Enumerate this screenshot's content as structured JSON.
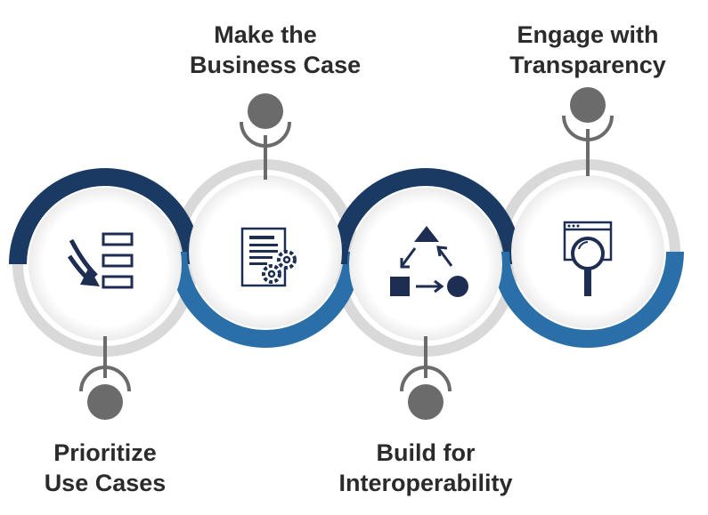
{
  "steps": [
    {
      "label_line1": "Prioritize",
      "label_line2": "Use Cases",
      "icon": "prioritize-list-icon",
      "label_position": "bottom"
    },
    {
      "label_line1": "Make the",
      "label_line2": "Business Case",
      "icon": "document-gears-icon",
      "label_position": "top"
    },
    {
      "label_line1": "Build for",
      "label_line2": "Interoperability",
      "icon": "interoperability-shapes-icon",
      "label_position": "bottom"
    },
    {
      "label_line1": "Engage with",
      "label_line2": "Transparency",
      "icon": "browser-magnifier-icon",
      "label_position": "top"
    }
  ],
  "colors": {
    "navy": "#1b3a63",
    "blue": "#2a6fa8",
    "ring_gray": "#d7d7d7",
    "pin_gray": "#6b6b6b",
    "icon": "#1d2e52",
    "text": "#2b2b2b"
  }
}
